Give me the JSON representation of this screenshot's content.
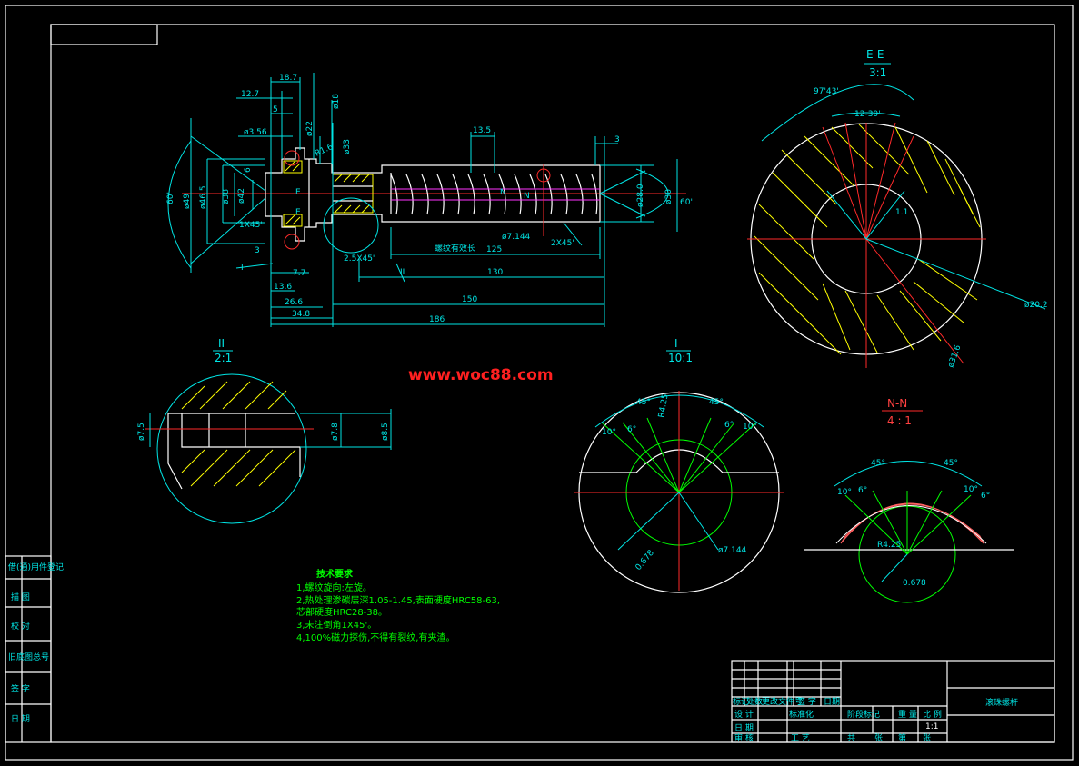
{
  "watermark": "www.woc88.com",
  "views": {
    "ee": {
      "title": "E-E",
      "scale": "3:1"
    },
    "ii": {
      "title": "II",
      "scale": "2:1"
    },
    "i": {
      "title": "I",
      "scale": "10:1"
    },
    "nn": {
      "title": "N-N",
      "scale": "4 : 1"
    }
  },
  "main_dims": {
    "d18_7": "18.7",
    "d12_7": "12.7",
    "d5": "5",
    "d3_56": "ø3.56",
    "d22": "ø22",
    "d18": "ø18",
    "dR1_6": "R1.6",
    "d33": "ø33",
    "d13_5": "13.5",
    "d3": "3",
    "d49": "ø49",
    "d46_5": "ø46.5",
    "d38": "ø38",
    "d42": "ø42",
    "d6": "6",
    "d1x45": "1X45'",
    "d3b": "3",
    "dE1": "E",
    "dE2": "E",
    "dI": "I",
    "d60L": "60'",
    "d60R": "60'",
    "d7_7": "7.7",
    "d13_6": "13.6",
    "d26_6": "26.6",
    "d34_8": "34.8",
    "d2_5x45": "2.5X45'",
    "dII": "II",
    "dLabel": "螺纹有效长",
    "d125": "125",
    "d130": "130",
    "d150": "150",
    "d186": "186",
    "d7_144": "ø7.144",
    "d2x45": "2X45'",
    "d28": "ø28.0",
    "d30": "ø30",
    "dN1": "N",
    "dN2": "N"
  },
  "ee_dims": {
    "a1": "97'43'",
    "a2": "12-30'",
    "a3": "1.1",
    "d20_2": "ø20.2",
    "d31_6": "ø31.6"
  },
  "ii_dims": {
    "d7_5": "ø7.5",
    "d7_8": "ø7.8",
    "d8_5": "ø8.5"
  },
  "i_dims": {
    "a45l": "45°",
    "a45r": "45°",
    "r425": "R4.25",
    "a10l": "10°",
    "a10r": "10°",
    "a6l": "6°",
    "a6r": "6°",
    "d7_144": "ø7.144",
    "d0_678": "0.678"
  },
  "nn_dims": {
    "a45l": "45°",
    "a45r": "45°",
    "a10l": "10°",
    "a10r": "10°",
    "a6l": "6°",
    "a6r": "6°",
    "r425": "R4.25",
    "d0_678": "0.678"
  },
  "tech": {
    "title": "技术要求",
    "lines": [
      "1,螺纹旋向:左旋。",
      "2,热处理渗碳层深1.05-1.45,表面硬度HRC58-63,",
      "   芯部硬度HRC28-38。",
      "3,未注倒角1X45'。",
      "4,100%磁力探伤,不得有裂纹,有夹渣。"
    ]
  },
  "sidebar": {
    "items": [
      "借(通)用件登记",
      "描 图",
      "校 对",
      "旧底图总号",
      "签 字",
      "日 期"
    ]
  },
  "title_block": {
    "part_name": "滚珠螺杆",
    "scale_value": "1:1",
    "h1": "标记",
    "h2": "处数",
    "h3": "更改文件号",
    "h4": "签 字",
    "h5": "日期",
    "r1": "设 计",
    "r2": "标准化",
    "r3": "阶段标记",
    "r4": "重 量",
    "r5": "比 例",
    "r6": "审 核",
    "r7": "工 艺",
    "r8": "日 期",
    "r9": "共",
    "r10": "张",
    "r11": "第",
    "r12": "张"
  }
}
